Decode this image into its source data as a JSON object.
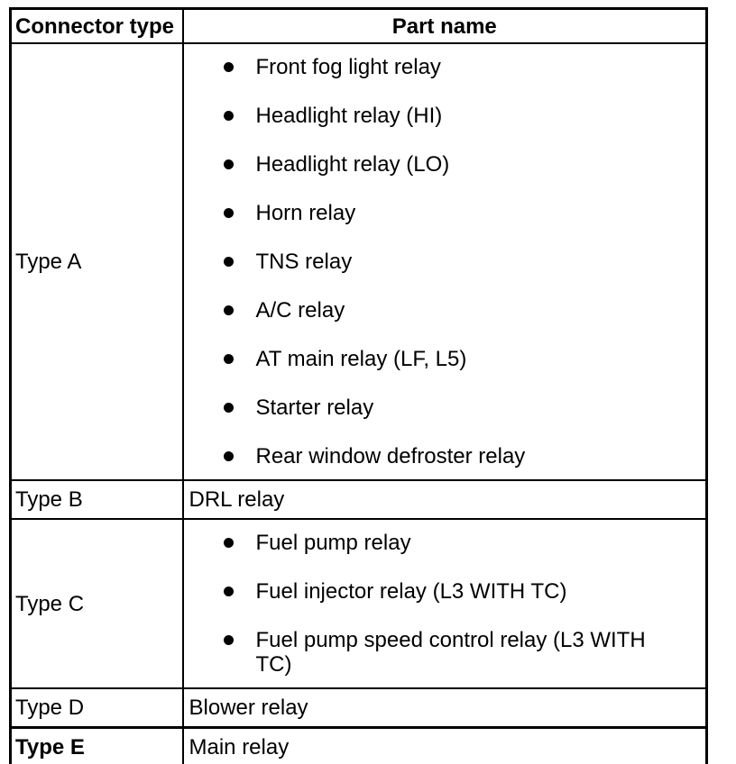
{
  "document": {
    "kind": "relay-connector-reference-table",
    "colors": {
      "background": "#ffffff",
      "border": "#000000",
      "text": "#000000"
    },
    "table": {
      "columns": [
        {
          "label": "Connector type"
        },
        {
          "label": "Part name"
        }
      ],
      "rows": [
        {
          "connector_type": "Type A",
          "style": "bullets",
          "emphasis": false,
          "parts": [
            "Front fog light relay",
            "Headlight relay (HI)",
            "Headlight relay (LO)",
            "Horn relay",
            "TNS relay",
            "A/C relay",
            "AT main relay (LF, L5)",
            "Starter relay",
            "Rear window defroster relay"
          ]
        },
        {
          "connector_type": "Type B",
          "style": "plain",
          "emphasis": false,
          "parts": [
            "DRL relay"
          ]
        },
        {
          "connector_type": "Type C",
          "style": "bullets",
          "emphasis": false,
          "parts": [
            "Fuel pump relay",
            "Fuel injector relay (L3 WITH TC)",
            "Fuel pump speed control relay (L3 WITH TC)"
          ]
        },
        {
          "connector_type": "Type D",
          "style": "plain",
          "emphasis": false,
          "parts": [
            "Blower relay"
          ]
        },
        {
          "connector_type": "Type E",
          "style": "plain",
          "emphasis": true,
          "parts": [
            "Main relay"
          ]
        }
      ]
    }
  }
}
